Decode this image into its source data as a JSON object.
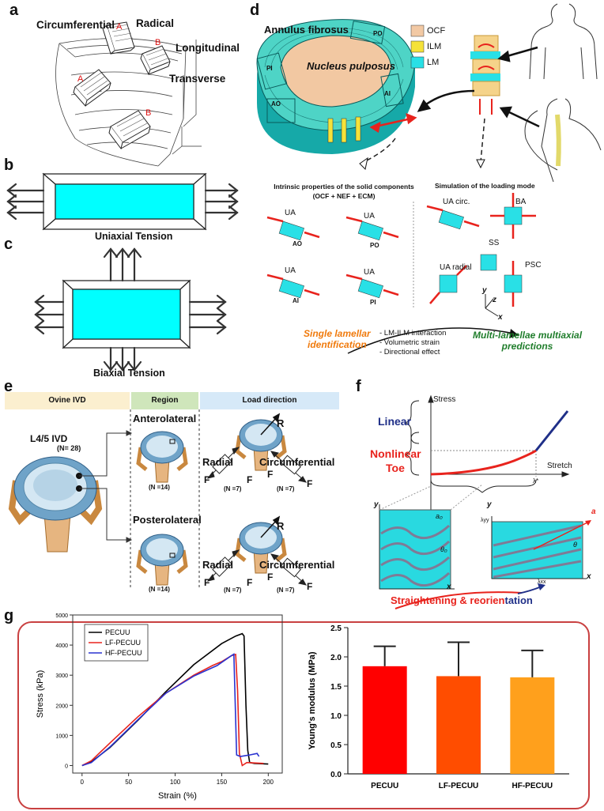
{
  "panels": {
    "a": {
      "label": "a",
      "circumferential": "Circumferential",
      "radical": "Radical",
      "longitudinal": "Longitudinal",
      "transverse": "Transverse",
      "mark_a1": "A",
      "mark_a2": "A",
      "mark_b1": "B",
      "mark_b2": "B"
    },
    "b": {
      "label": "b",
      "caption": "Uniaxial Tension"
    },
    "c": {
      "label": "c",
      "caption": "Biaxial Tension"
    },
    "d": {
      "label": "d",
      "annulus": "Annulus fibrosus",
      "nucleus": "Nucleus pulposus",
      "po": "PO",
      "pi": "PI",
      "ai": "AI",
      "ao": "AO",
      "legend": [
        {
          "label": "OCF",
          "color": "#f2c9a4"
        },
        {
          "label": "ILM",
          "color": "#f5e23a"
        },
        {
          "label": "LM",
          "color": "#29e0e6"
        }
      ],
      "intrinsic_title_1": "Intrinsic properties of the solid components",
      "intrinsic_title_2": "(OCF + NEF + ECM)",
      "simulation_title": "Simulation of the loading mode",
      "ua": "UA",
      "ao_lbl": "AO",
      "po_lbl": "PO",
      "ai_lbl": "AI",
      "pi_lbl": "PI",
      "ua_circ": "UA circ.",
      "ba": "BA",
      "ss": "SS",
      "ua_radial": "UA radial",
      "psc": "PSC",
      "axis_y": "y",
      "axis_z": "z",
      "axis_x": "x",
      "single_1": "Single lamellar",
      "single_2": "identification",
      "notes": [
        "- LM-ILM interaction",
        "- Volumetric strain",
        "- Directional effect"
      ],
      "multi_1": "Multi-lamellae multiaxial",
      "multi_2": "predictions"
    },
    "e": {
      "label": "e",
      "header_ivd": "Ovine IVD",
      "header_region": "Region",
      "header_load": "Load direction",
      "l45": "L4/5 IVD",
      "n28": "(N= 28)",
      "anterolateral": "Anterolateral",
      "posterolateral": "Posterolateral",
      "n14a": "(N =14)",
      "n14b": "(N =14)",
      "r": "R",
      "radial": "Radial",
      "circumferential": "Circumferential",
      "f": "F",
      "n7": "(N =7)"
    },
    "f": {
      "label": "f",
      "stress": "Stress",
      "stretch": "Stretch",
      "linear": "Linear",
      "nonlinear": "Nonlinear",
      "toe": "Toe",
      "lambda_star": "λ*",
      "straight_1": "Straighten",
      "straight_2": "ing & reorien",
      "straight_3": "tation",
      "y": "y",
      "x": "x",
      "a0": "a₀",
      "theta0": "θ₀",
      "a": "a",
      "theta": "θ",
      "lam_yy": "λyy",
      "lam_xx": "λxx"
    },
    "g": {
      "label": "g"
    }
  },
  "chart_data": [
    {
      "type": "line",
      "xlabel": "Strain (%)",
      "ylabel": "Stress (kPa)",
      "xlim": [
        -10,
        215
      ],
      "ylim": [
        -250,
        5000
      ],
      "xticks": [
        "0",
        "50",
        "100",
        "150",
        "200"
      ],
      "yticks": [
        "0",
        "1000",
        "2000",
        "3000",
        "4000",
        "5000"
      ],
      "legend_position": "top-left",
      "series": [
        {
          "name": "PECUU",
          "color": "#000000",
          "points": [
            [
              0,
              0
            ],
            [
              10,
              120
            ],
            [
              30,
              600
            ],
            [
              60,
              1500
            ],
            [
              90,
              2450
            ],
            [
              120,
              3350
            ],
            [
              150,
              4050
            ],
            [
              165,
              4300
            ],
            [
              172,
              4380
            ],
            [
              174,
              4300
            ],
            [
              176,
              2000
            ],
            [
              178,
              500
            ],
            [
              180,
              100
            ],
            [
              185,
              70
            ],
            [
              200,
              50
            ]
          ]
        },
        {
          "name": "LF-PECUU",
          "color": "#e8231d",
          "points": [
            [
              0,
              0
            ],
            [
              10,
              160
            ],
            [
              30,
              750
            ],
            [
              60,
              1620
            ],
            [
              90,
              2400
            ],
            [
              120,
              3000
            ],
            [
              140,
              3320
            ],
            [
              150,
              3450
            ],
            [
              160,
              3640
            ],
            [
              165,
              3690
            ],
            [
              167,
              2500
            ],
            [
              169,
              400
            ],
            [
              172,
              0
            ],
            [
              177,
              100
            ],
            [
              195,
              70
            ]
          ]
        },
        {
          "name": "HF-PECUU",
          "color": "#2a33d1",
          "points": [
            [
              0,
              0
            ],
            [
              10,
              100
            ],
            [
              30,
              620
            ],
            [
              60,
              1520
            ],
            [
              90,
              2400
            ],
            [
              120,
              2970
            ],
            [
              145,
              3320
            ],
            [
              160,
              3640
            ],
            [
              163,
              3700
            ],
            [
              165,
              1500
            ],
            [
              166,
              350
            ],
            [
              170,
              300
            ],
            [
              180,
              350
            ],
            [
              188,
              400
            ],
            [
              190,
              300
            ]
          ]
        }
      ]
    },
    {
      "type": "bar",
      "ylabel": "Young's modulus (MPa)",
      "ylim": [
        0,
        2.5
      ],
      "yticks": [
        "0.0",
        "0.5",
        "1.0",
        "1.5",
        "2.0",
        "2.5"
      ],
      "categories": [
        "PECUU",
        "LF-PECUU",
        "HF-PECUU"
      ],
      "values": [
        1.84,
        1.67,
        1.65
      ],
      "errors": [
        0.34,
        0.58,
        0.46
      ],
      "colors": [
        "#ff0000",
        "#ff4d00",
        "#ffa01c"
      ]
    }
  ]
}
